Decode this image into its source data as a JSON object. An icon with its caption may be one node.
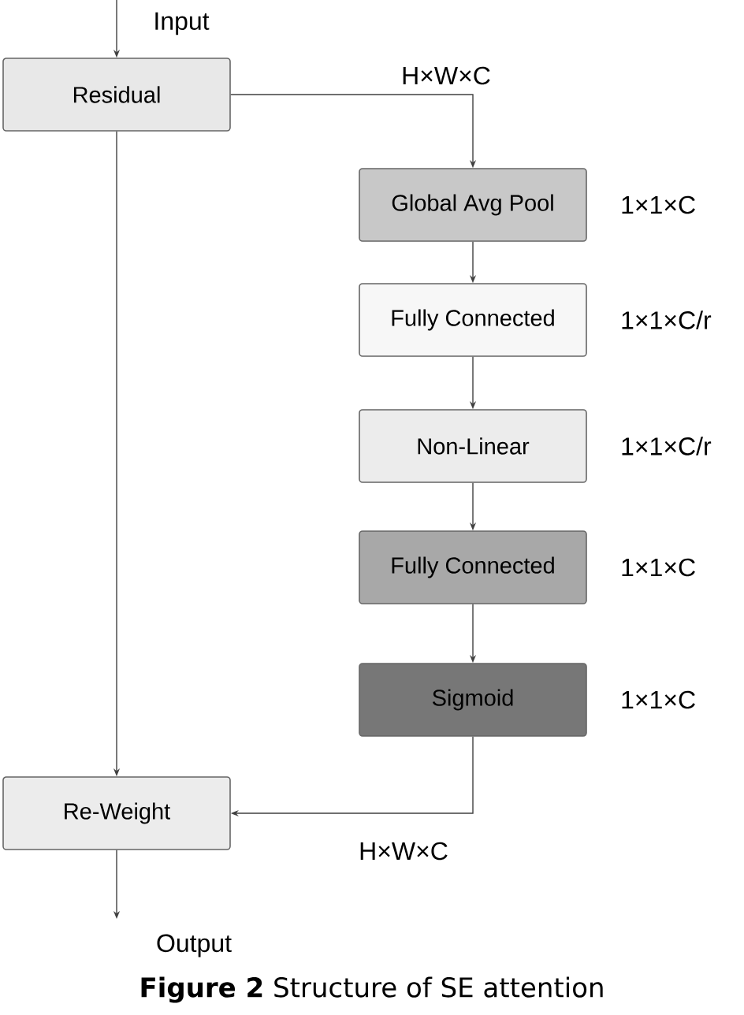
{
  "diagram": {
    "caption": "**Figure 2** Structure of SE attention",
    "nodes": [
      {
        "text": [
          "Residual"
        ]
      },
      {
        "text": [
          "Global Avg Pool"
        ],
        "beside": [
          "1×1×C"
        ]
      },
      {
        "text": [
          "Fully Connected"
        ],
        "beside": [
          "1×1×C/r"
        ]
      },
      {
        "text": [
          "Non-Linear"
        ],
        "beside": [
          "1×1×C/r"
        ]
      },
      {
        "text": [
          "Fully Connected"
        ],
        "beside": [
          "1×1×C"
        ]
      },
      {
        "text": [
          "Sigmoid"
        ],
        "beside": [
          "1×1×C"
        ]
      },
      {
        "text": [
          "Re-Weight"
        ]
      }
    ],
    "edges": [
      {
        "from": null,
        "to": 0,
        "arrow": "to",
        "label": "Input"
      },
      {
        "from": 0,
        "to": 1,
        "arrow": "to",
        "label": "H×W×C"
      },
      {
        "from": 1,
        "to": 2,
        "arrow": "to"
      },
      {
        "from": 2,
        "to": 3,
        "arrow": "to"
      },
      {
        "from": 3,
        "to": 4,
        "arrow": "to"
      },
      {
        "from": 4,
        "to": 5,
        "arrow": "to"
      },
      {
        "from": 5,
        "to": 6,
        "arrow": "to",
        "label": "H×W×C"
      },
      {
        "from": 0,
        "to": 6,
        "arrow": "to"
      },
      {
        "from": 6,
        "to": null,
        "arrow": "to",
        "label": "Output"
      }
    ]
  }
}
